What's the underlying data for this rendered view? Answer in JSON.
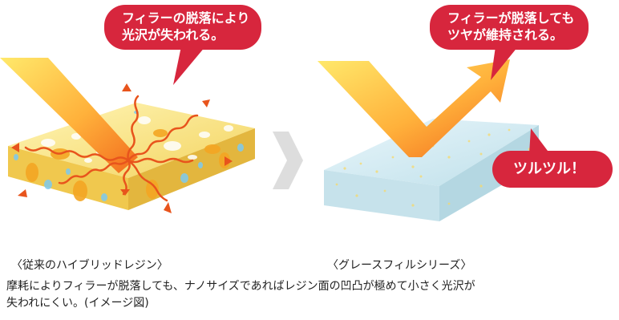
{
  "left_panel": {
    "bubble_lines": [
      "フィラーの脱落により",
      "光沢が失われる。"
    ],
    "caption": "〈従来のハイブリッドレジン〉"
  },
  "right_panel": {
    "bubble_lines": [
      "フィラーが脱落しても",
      "ツヤが維持される。"
    ],
    "badge": "ツルツル！",
    "caption": "〈グレースフィルシリーズ〉"
  },
  "description_lines": [
    "摩耗によりフィラーが脱落しても、ナノサイズであればレジン面の凹凸が極めて小さく光沢が",
    "失われにくい。(イメージ図)"
  ],
  "colors": {
    "bubble_red": "#d7263d",
    "arrow_yellow": "#ffd84a",
    "arrow_orange": "#f26b1d",
    "block_left": "#f7e07a",
    "block_right": "#cfe6ef",
    "divider_arrow": "#dddddd"
  }
}
